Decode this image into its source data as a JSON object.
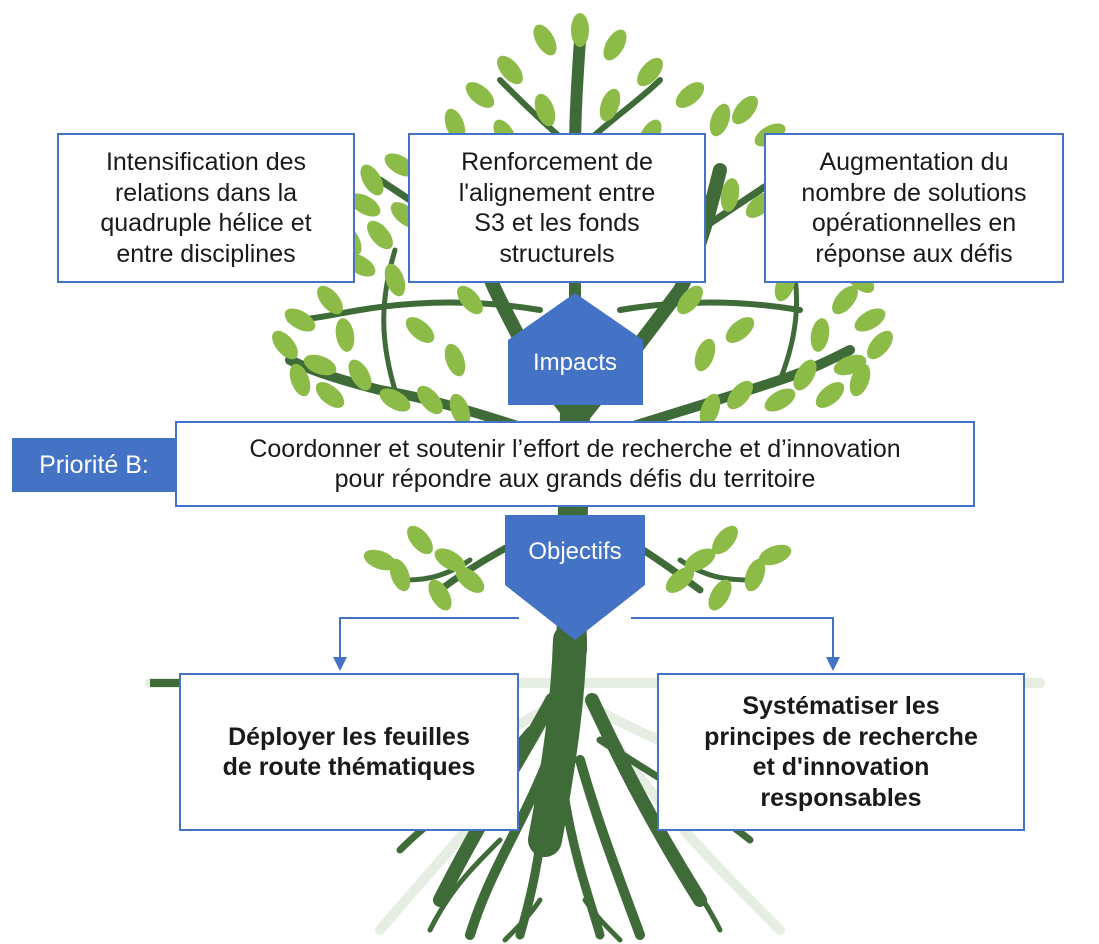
{
  "impacts": {
    "label": "Impacts",
    "items": [
      "Intensification des\nrelations dans la\nquadruple hélice et\nentre disciplines",
      "Renforcement de\nl'alignement entre\nS3 et les fonds\nstructurels",
      "Augmentation du\nnombre de solutions\nopérationnelles en\nréponse aux défis"
    ]
  },
  "priority": {
    "tag": "Priorité B:",
    "text": "Coordonner et soutenir l’effort de recherche et d’innovation\npour répondre aux grands défis du territoire"
  },
  "objectives": {
    "label": "Objectifs",
    "items": [
      "Déployer les feuilles\nde route thématiques",
      "Systématiser les\nprincipes de recherche\net d'innovation\nresponsables"
    ]
  },
  "colors": {
    "accent": "#4472c4",
    "leaf": "#8dbb47",
    "branch": "#3f6b38",
    "root_fade": "#e6ede3"
  },
  "icons": [
    "tree-illustration",
    "up-arrow-shape",
    "down-arrow-shape",
    "connector-arrow"
  ]
}
